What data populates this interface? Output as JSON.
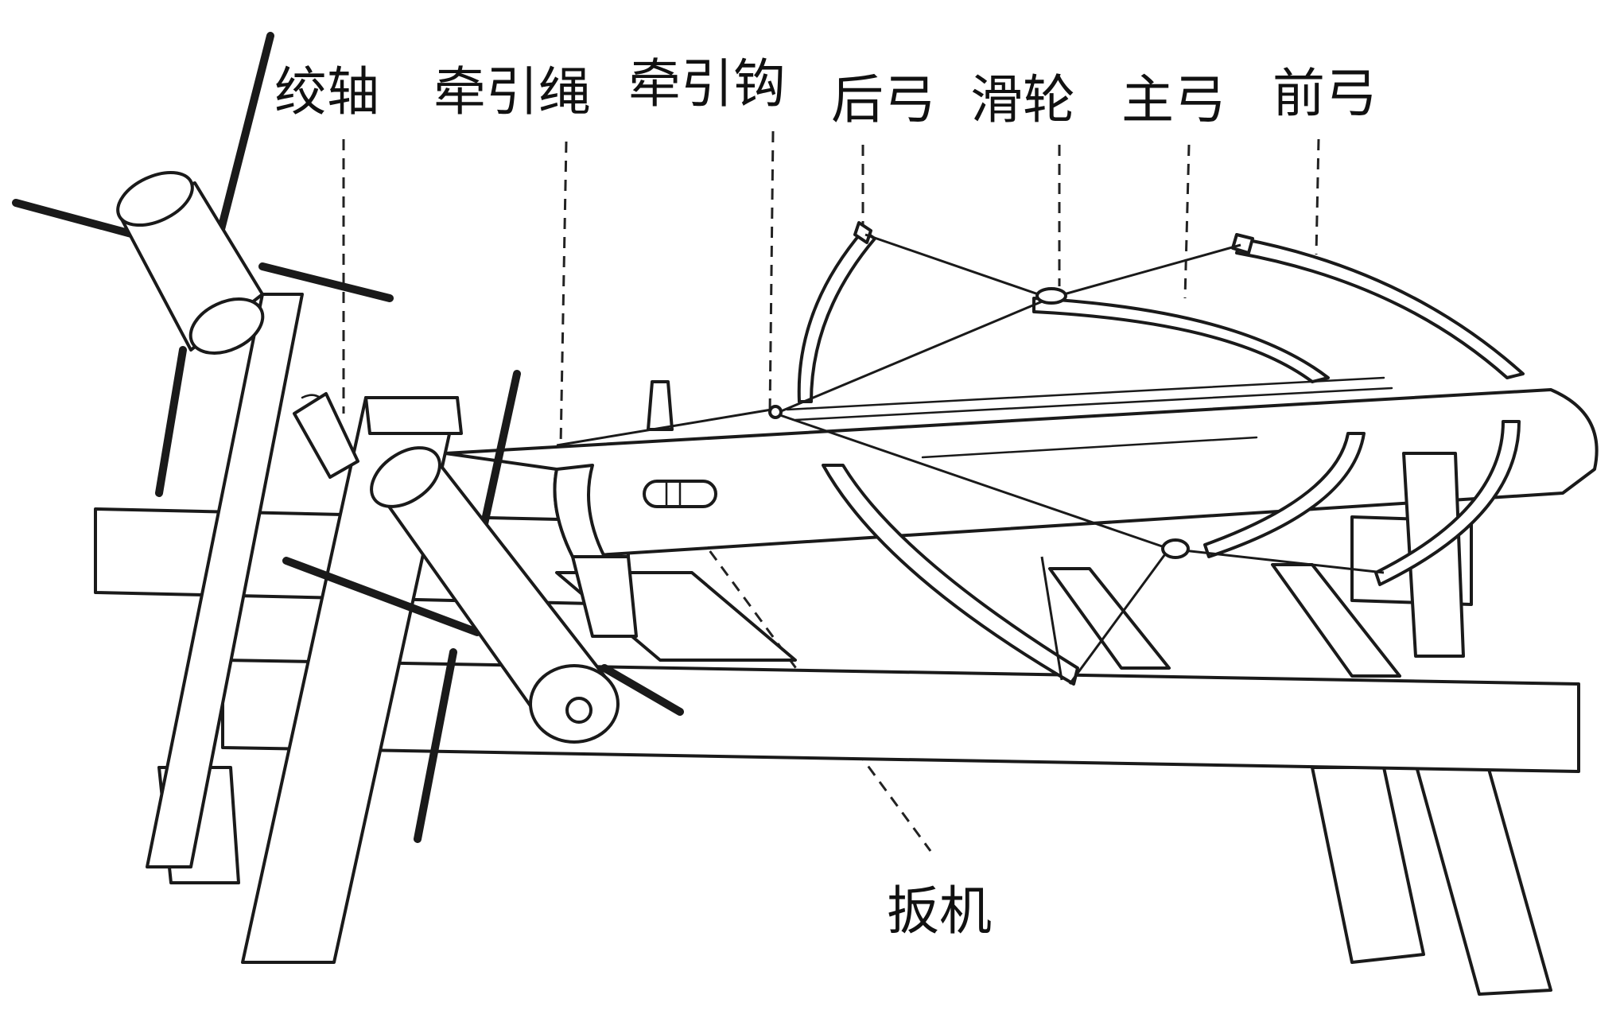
{
  "labels": {
    "winch_axle": "绞轴",
    "traction_rope": "牵引绳",
    "traction_hook": "牵引钩",
    "rear_bow": "后弓",
    "pulley": "滑轮",
    "main_bow": "主弓",
    "front_bow": "前弓",
    "trigger": "扳机"
  }
}
